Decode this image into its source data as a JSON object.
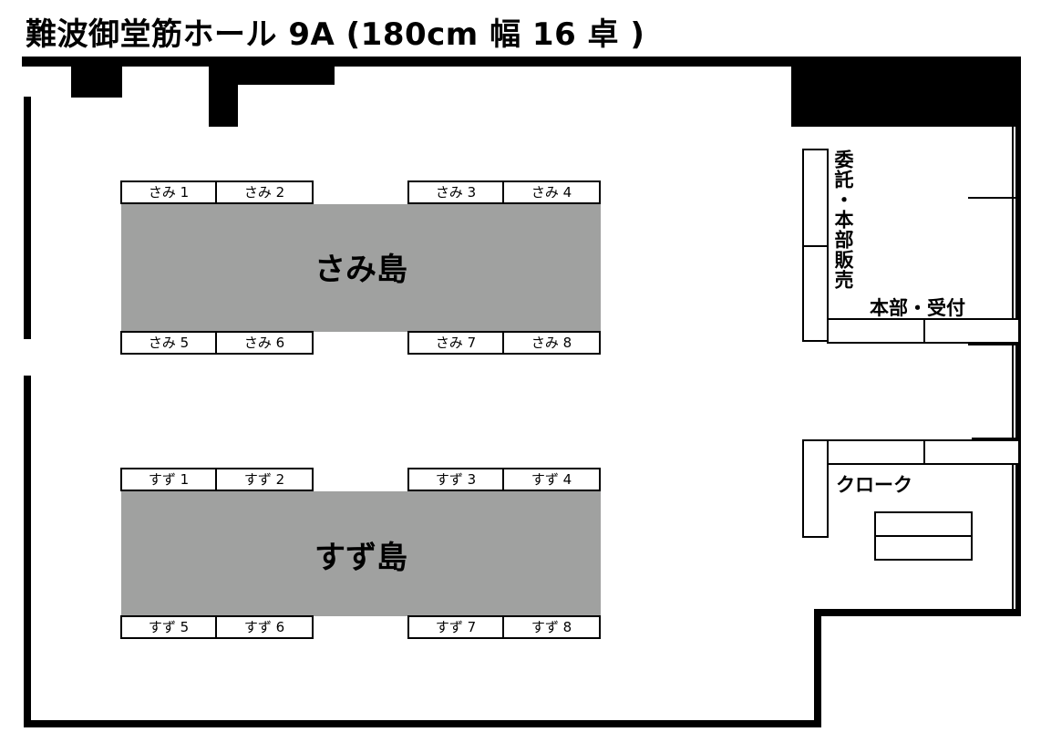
{
  "title": "難波御堂筋ホール 9A (180cm 幅 16 卓 )",
  "islands": [
    {
      "name": "さみ島",
      "tables": [
        "さみ 1",
        "さみ 2",
        "さみ 3",
        "さみ 4",
        "さみ 5",
        "さみ 6",
        "さみ 7",
        "さみ 8"
      ]
    },
    {
      "name": "すず島",
      "tables": [
        "すず 1",
        "すず 2",
        "すず 3",
        "すず 4",
        "すず 5",
        "すず 6",
        "すず 7",
        "すず 8"
      ]
    }
  ],
  "areas": {
    "consign": "委託・本部販売",
    "reception": "本部・受付",
    "cloak": "クローク"
  },
  "colors": {
    "wall": "#000000",
    "island": "#a0a1a0",
    "table": "#ffffff"
  }
}
